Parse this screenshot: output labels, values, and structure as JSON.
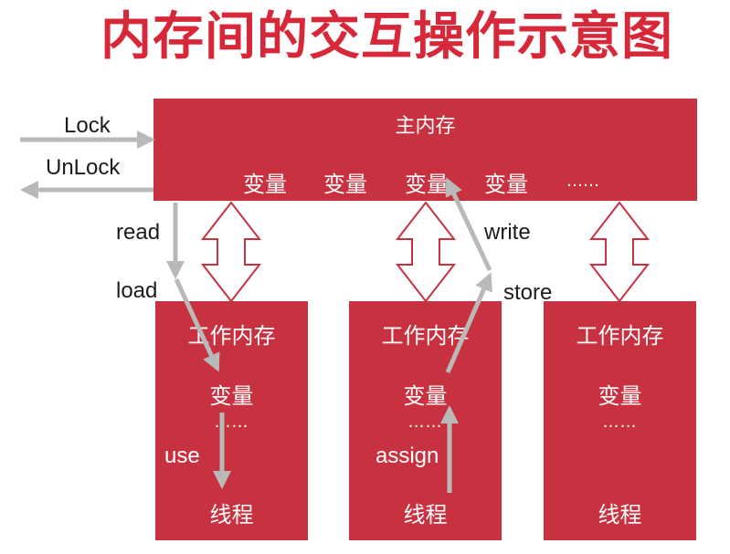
{
  "title": "内存间的交互操作示意图",
  "main_memory": {
    "label": "主内存",
    "variables": [
      "变量",
      "变量",
      "变量",
      "变量"
    ],
    "ellipsis": "……"
  },
  "operations": {
    "lock": "Lock",
    "unlock": "UnLock",
    "read": "read",
    "load": "load",
    "use": "use",
    "assign": "assign",
    "store": "store",
    "write": "write"
  },
  "working_memories": [
    {
      "label": "工作内存",
      "variable": "变量",
      "ellipsis": "……",
      "thread": "线程"
    },
    {
      "label": "工作内存",
      "variable": "变量",
      "ellipsis": "……",
      "thread": "线程"
    },
    {
      "label": "工作内存",
      "variable": "变量",
      "ellipsis": "……",
      "thread": "线程"
    }
  ],
  "colors": {
    "title": "#d7283a",
    "box": "#c8313f",
    "arrow": "#b9b9b9",
    "double_arrow_outline": "#c8313f"
  }
}
